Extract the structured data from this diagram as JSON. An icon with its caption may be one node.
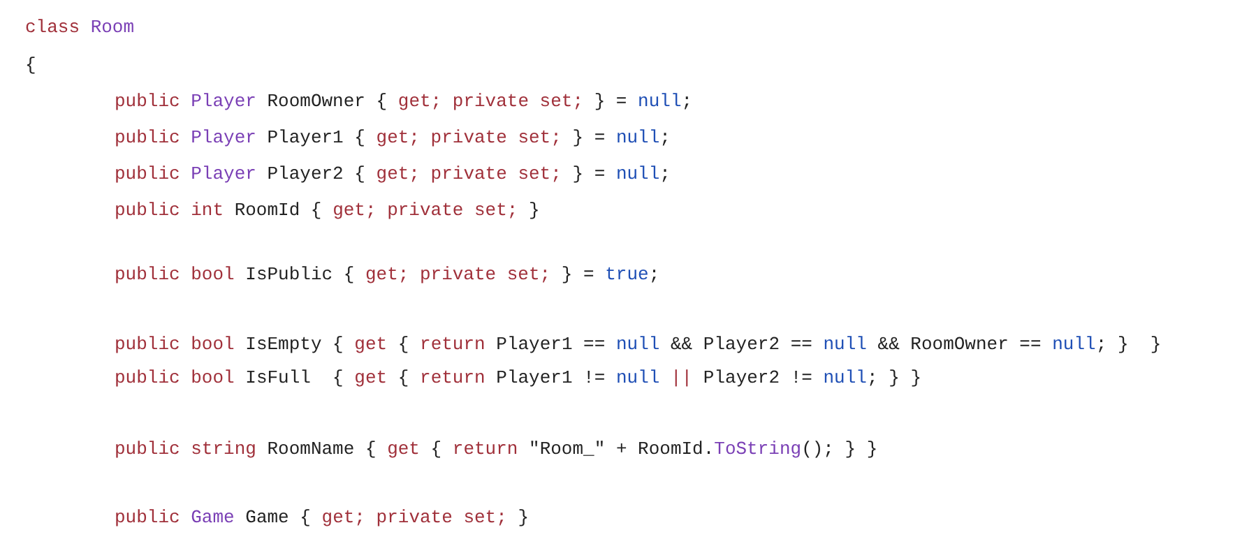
{
  "diagram": {
    "labels": [
      "class",
      "Room",
      "{",
      "public",
      "Player",
      "RoomOwner {",
      "get; private set;",
      "} =",
      "null",
      ";",
      "public",
      "Player",
      "Player1 {",
      "get; private set;",
      "} =",
      "null",
      ";",
      "public",
      "Player",
      "Player2 {",
      "get; private set;",
      "} =",
      "null",
      ";",
      "public int",
      "RoomId {",
      "get; private set;",
      "}",
      "public bool",
      "IsPublic {",
      "get; private set;",
      "} =",
      "true",
      ";",
      "public bool",
      "IsEmpty {",
      "get",
      "{",
      "return",
      "Player1 ==",
      "null",
      "&& Player2 ==",
      "null",
      "&& RoomOwner ==",
      "null",
      ";",
      "}  }",
      "public bool",
      "IsFull  {",
      "get",
      "{",
      "return",
      "Player1 !=",
      "null",
      "||",
      "Player2 !=",
      "null",
      ";",
      "} }",
      "public string",
      "RoomName {",
      "get",
      "{",
      "return",
      "\"Room_\" + RoomId.",
      "ToString",
      "(); } }",
      "public",
      "Game",
      "Game {",
      "get; private set;",
      "}"
    ]
  }
}
